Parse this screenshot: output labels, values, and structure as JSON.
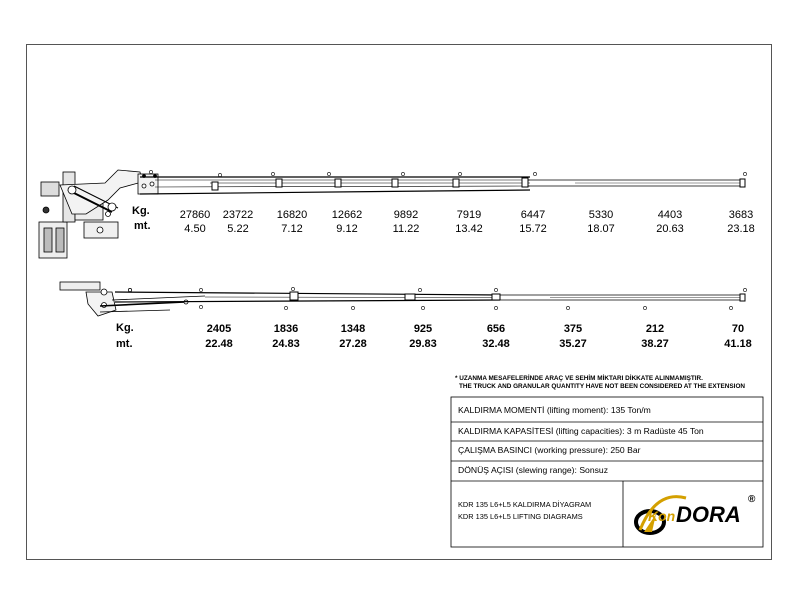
{
  "diagram1": {
    "kg_label": "Kg.",
    "mt_label": "mt.",
    "points": [
      {
        "kg": "27860",
        "mt": "4.50"
      },
      {
        "kg": "23722",
        "mt": "5.22"
      },
      {
        "kg": "16820",
        "mt": "7.12"
      },
      {
        "kg": "12662",
        "mt": "9.12"
      },
      {
        "kg": "9892",
        "mt": "11.22"
      },
      {
        "kg": "7919",
        "mt": "13.42"
      },
      {
        "kg": "6447",
        "mt": "15.72"
      },
      {
        "kg": "5330",
        "mt": "18.07"
      },
      {
        "kg": "4403",
        "mt": "20.63"
      },
      {
        "kg": "3683",
        "mt": "23.18"
      }
    ]
  },
  "diagram2": {
    "kg_label": "Kg.",
    "mt_label": "mt.",
    "points": [
      {
        "kg": "2405",
        "mt": "22.48"
      },
      {
        "kg": "1836",
        "mt": "24.83"
      },
      {
        "kg": "1348",
        "mt": "27.28"
      },
      {
        "kg": "925",
        "mt": "29.83"
      },
      {
        "kg": "656",
        "mt": "32.48"
      },
      {
        "kg": "375",
        "mt": "35.27"
      },
      {
        "kg": "212",
        "mt": "38.27"
      },
      {
        "kg": "70",
        "mt": "41.18"
      }
    ]
  },
  "notes": {
    "line1": "* UZANMA MESAFELERİNDE ARAÇ VE SEHİM MİKTARI DİKKATE ALINMAMIŞTIR.",
    "line2": "THE TRUCK AND GRANULAR QUANTITY HAVE NOT BEEN CONSIDERED AT THE EXTENSION"
  },
  "specs": [
    {
      "label": "KALDIRMA MOMENTİ",
      "en": "(lifting moment):",
      "value": "135 Ton/m"
    },
    {
      "label": "KALDIRMA KAPASİTESİ",
      "en": "(lifting capacities):",
      "value": "3 m Radüste 45 Ton"
    },
    {
      "label": "ÇALIŞMA BASINCI",
      "en": "(working pressure):",
      "value": "250 Bar"
    },
    {
      "label": "DÖNÜŞ AÇISI",
      "en": "(slewing range):",
      "value": "Sonsuz"
    }
  ],
  "title_block": {
    "line1": "KDR 135 L6+L5 KALDIRMA DİYAGRAM",
    "line2": "KDR 135 L6+L5 LIFTING DIAGRAMS"
  },
  "logo": {
    "text_kon": "Kon",
    "text_dora": "DORA",
    "registered": "®"
  }
}
